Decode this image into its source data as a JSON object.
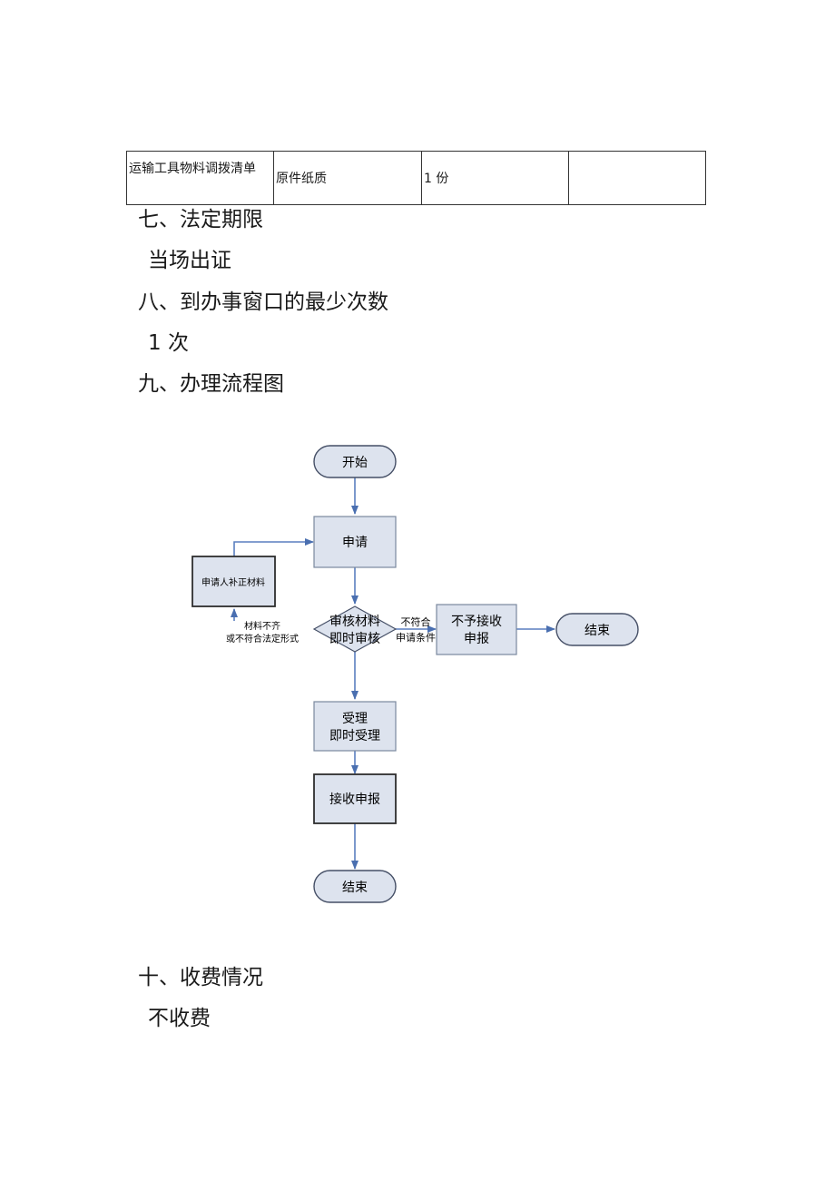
{
  "table": {
    "row": [
      "运输工具物料调拨清单",
      "原件纸质",
      "1 份",
      ""
    ]
  },
  "sections": [
    {
      "heading": "七、法定期限",
      "content": "当场出证"
    },
    {
      "heading": "八、到办事窗口的最少次数",
      "content": "1 次"
    },
    {
      "heading": "九、办理流程图"
    },
    {
      "heading": "十、收费情况",
      "content": "不收费"
    }
  ],
  "flowchart": {
    "start": "开始",
    "apply": "申请",
    "supplement": "申请人补正材料",
    "review_line1": "审核材料",
    "review_line2": "即时审核",
    "incomplete_line1": "材料不齐",
    "incomplete_line2": "或不符合法定形式",
    "nonconform_line1": "不符合",
    "nonconform_line2": "申请条件",
    "reject_line1": "不予接收",
    "reject_line2": "申报",
    "end_right": "结束",
    "accept_line1": "受理",
    "accept_line2": "即时受理",
    "receive": "接收申报",
    "end_bottom": "结束"
  }
}
